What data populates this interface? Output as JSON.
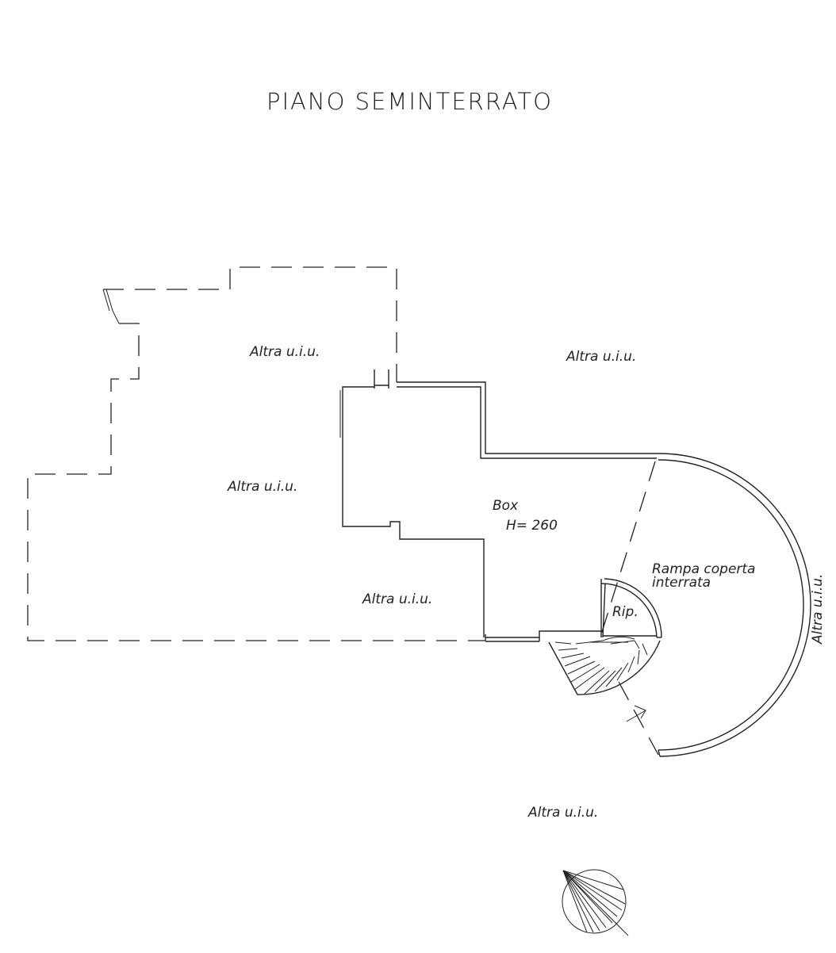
{
  "title": "PIANO SEMINTERRATO",
  "rooms": {
    "altra_1": "Altra u.i.u.",
    "altra_2": "Altra u.i.u.",
    "altra_3": "Altra u.i.u.",
    "altra_4": "Altra u.i.u.",
    "altra_5": "Altra u.i.u.",
    "altra_6": "Altra u.i.u.",
    "box": "Box",
    "box_height": "H= 260",
    "rampa_line1": "Rampa coperta",
    "rampa_line2": "interrata",
    "rip": "Rip."
  },
  "icons": {
    "north_arrow": "compass-north-arrow-icon"
  }
}
